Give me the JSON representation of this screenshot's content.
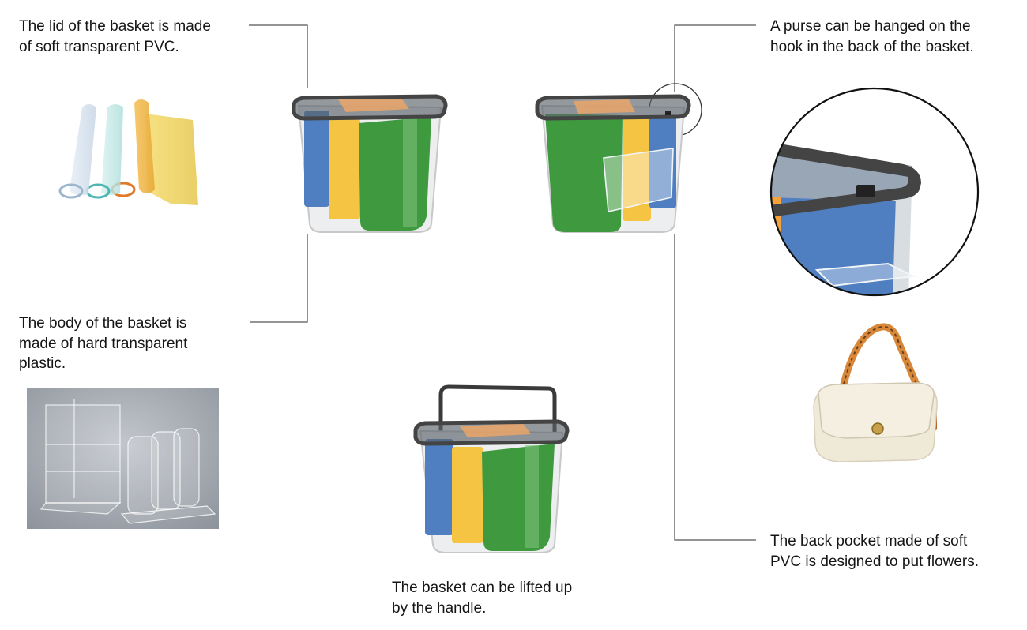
{
  "diagram": {
    "title": "Basket design features",
    "captions": {
      "lid": "The lid of the basket is made\nof soft transparent PVC.",
      "body": "The body of the basket is\nmade of hard transparent\nplastic.",
      "hook": "A purse can be hanged on the\nhook in the back of the basket.",
      "pocket": "The back pocket made of soft\nPVC is designed to put flowers.",
      "handle": "The basket can be lifted up\nby the handle."
    },
    "images": [
      {
        "id": "pvc-rolls",
        "depicts": "rolls of soft transparent PVC sheet (clear, blue, orange, yellow)"
      },
      {
        "id": "acrylic-pieces",
        "depicts": "hard transparent acrylic display case and cylinders"
      },
      {
        "id": "basket-front",
        "depicts": "basket front view with blue, yellow and green bins"
      },
      {
        "id": "basket-back",
        "depicts": "basket back view with transparent pocket and hook"
      },
      {
        "id": "hook-detail",
        "depicts": "magnified lid corner with hook"
      },
      {
        "id": "purse",
        "depicts": "cream leather purse with tan strap"
      },
      {
        "id": "basket-handle",
        "depicts": "basket lifted by handle"
      }
    ],
    "colors": {
      "bin_blue": "#4f7fc0",
      "bin_yellow": "#f5c443",
      "bin_green": "#3f9a3f",
      "lid_orange": "#eaa468",
      "lid_rim": "#4a4a4a",
      "leader_line": "#555555"
    }
  }
}
